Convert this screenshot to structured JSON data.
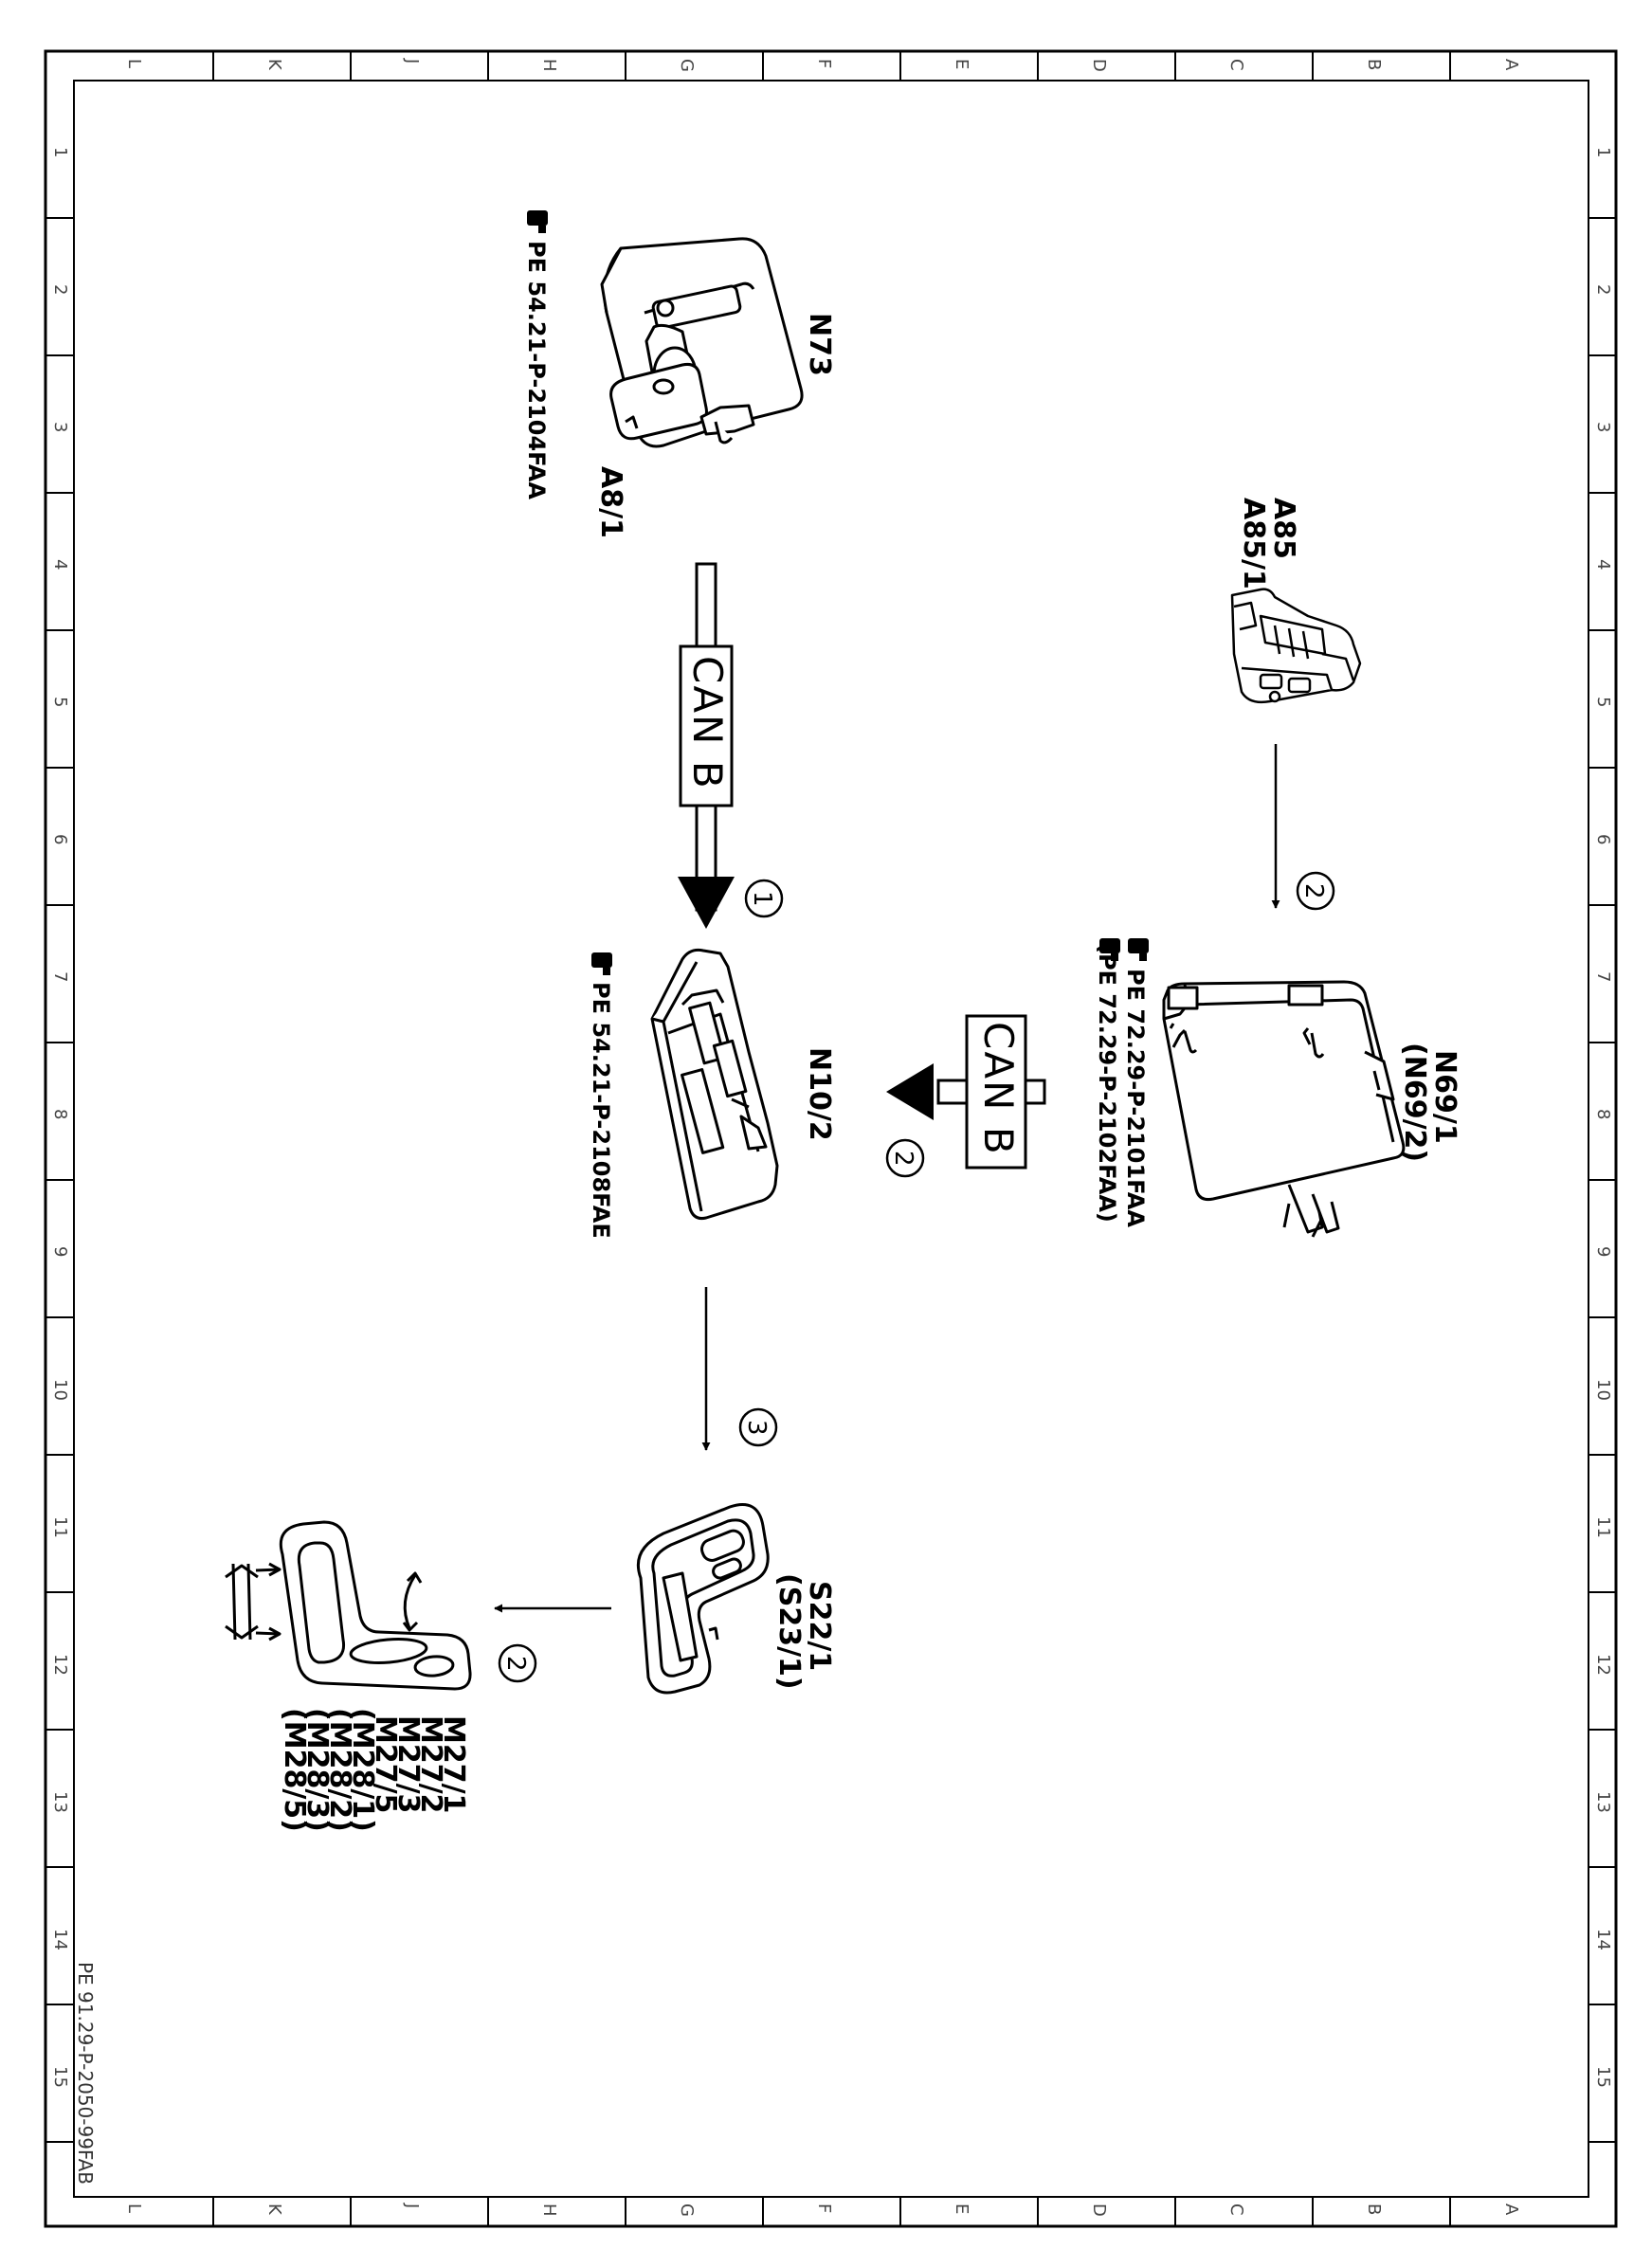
{
  "frame": {
    "column_letters": [
      "L",
      "K",
      "J",
      "H",
      "G",
      "F",
      "E",
      "D",
      "C",
      "B",
      "A"
    ],
    "row_numbers": [
      "1",
      "2",
      "3",
      "4",
      "5",
      "6",
      "7",
      "8",
      "9",
      "10",
      "11",
      "12",
      "13",
      "14",
      "15"
    ]
  },
  "components": {
    "ignition_switch": {
      "label": "N73",
      "sub_label": "A8/1",
      "reference": "PE 54.21-P-2104FAA"
    },
    "antenna": {
      "labels": [
        "A85",
        "A85/1"
      ]
    },
    "seat_module": {
      "labels": [
        "N69/1",
        "(N69/2)"
      ],
      "references": [
        "PE 72.29-P-2101FAA",
        "(PE 72.29-P-2102FAA)"
      ]
    },
    "eis_module": {
      "label": "N10/2",
      "reference": "PE 54.21-P-2108FAE"
    },
    "seat_switch": {
      "labels": [
        "S22/1",
        "(S23/1)"
      ]
    },
    "seat_motors": {
      "labels": [
        "M27/1",
        "M27/2",
        "M27/3",
        "M27/5",
        "(M28/1)",
        "(M28/2)",
        "(M28/3)",
        "(M28/5)"
      ]
    }
  },
  "bus": {
    "label": "CAN B"
  },
  "steps": [
    "1",
    "2",
    "3"
  ],
  "document_id": "PE 91.29-P-2050-99FAB",
  "icons": [
    "reference-hand-icon",
    "ignition-switch-icon",
    "antenna-module-icon",
    "seat-control-module-icon",
    "eis-module-icon",
    "seat-switch-icon",
    "seat-motor-icon"
  ]
}
